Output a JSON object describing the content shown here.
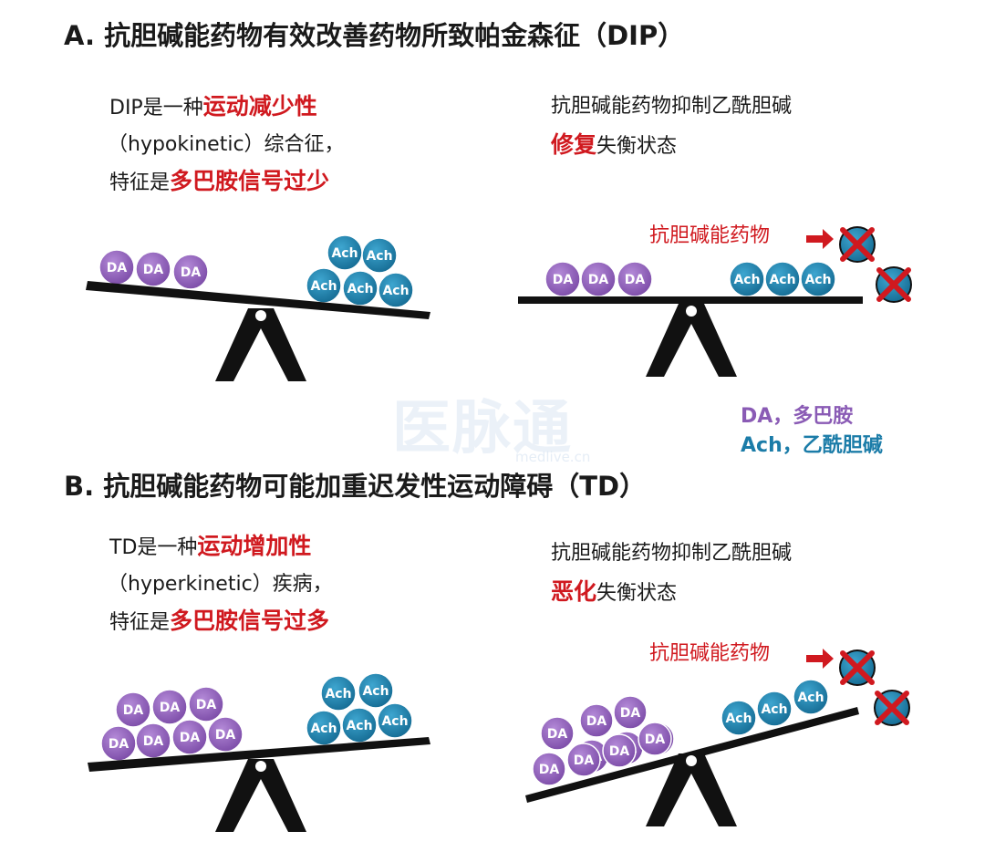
{
  "sectionA": {
    "title": "A. 抗胆碱能药物有效改善药物所致帕金森征（DIP）",
    "left": {
      "l1_pre": "DIP是一种",
      "l1_red": "运动减少性",
      "l2": "（hypokinetic）综合征，",
      "l3_pre": "特征是",
      "l3_red": "多巴胺信号过少"
    },
    "right": {
      "l1": "抗胆碱能药物抑制乙酰胆碱",
      "l2_red": "修复",
      "l2_post": "失衡状态",
      "drug_label": "抗胆碱能药物"
    }
  },
  "sectionB": {
    "title": "B. 抗胆碱能药物可能加重迟发性运动障碍（TD）",
    "left": {
      "l1_pre": "TD是一种",
      "l1_red": "运动增加性",
      "l2": "（hyperkinetic）疾病，",
      "l3_pre": "特征是",
      "l3_red": "多巴胺信号过多"
    },
    "right": {
      "l1": "抗胆碱能药物抑制乙酰胆碱",
      "l2_red": "恶化",
      "l2_post": "失衡状态",
      "drug_label": "抗胆碱能药物"
    }
  },
  "legend": {
    "da": "DA，多巴胺",
    "ach": "Ach，乙酰胆碱"
  },
  "ball_labels": {
    "da": "DA",
    "ach": "Ach"
  },
  "watermark": {
    "logo": "医脉通",
    "url": "medlive.cn"
  },
  "colors": {
    "da": "#8a5bb5",
    "ach": "#1b7ca8",
    "red": "#d0191f",
    "beam": "#111111"
  }
}
